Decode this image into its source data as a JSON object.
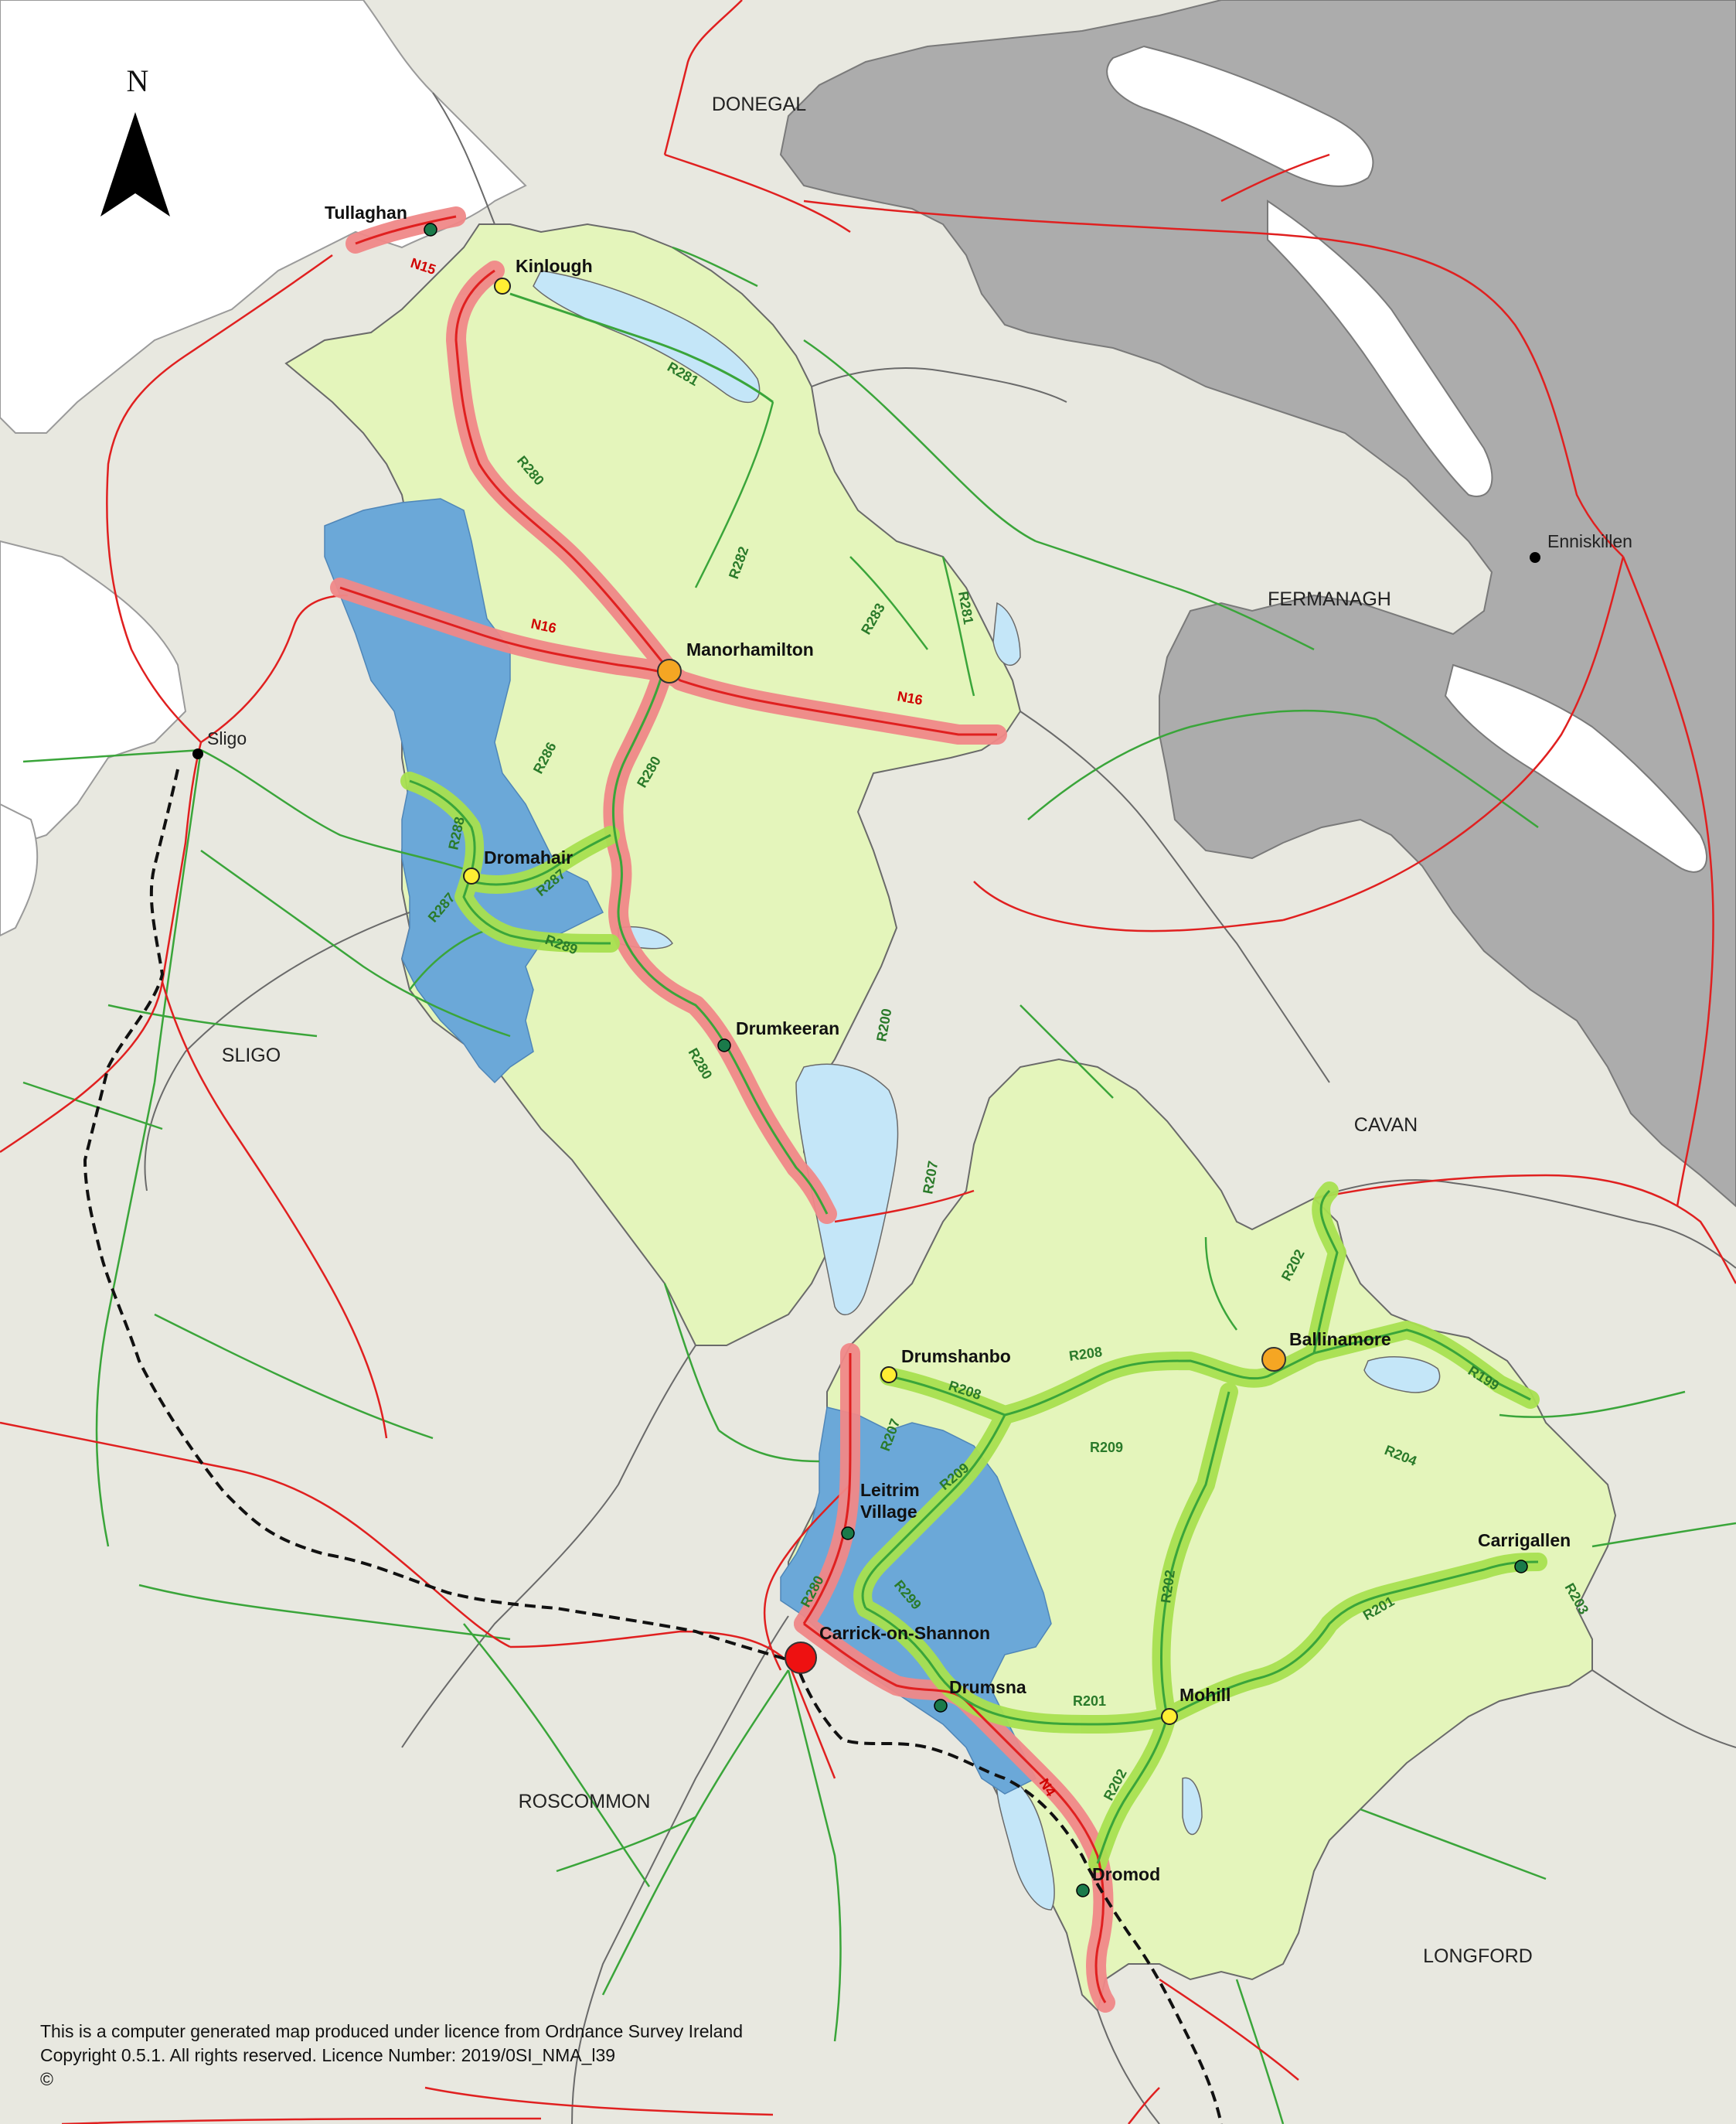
{
  "compass": {
    "letter": "N"
  },
  "colors": {
    "background_land": "#e8e8e0",
    "leitrim_fill": "#e4f5bb",
    "northern_ireland_fill": "#acacac",
    "water_fill": "#c4e6f8",
    "sea_fill": "#ffffff",
    "flood_zone_fill": "#6ba8d8",
    "national_road": "#e02020",
    "regional_road": "#3aa53a",
    "national_buffer": "#f08888",
    "regional_buffer": "#a8e050",
    "railway": "#111111"
  },
  "counties": [
    {
      "id": "donegal",
      "label": "DONEGAL"
    },
    {
      "id": "fermanagh",
      "label": "FERMANAGH"
    },
    {
      "id": "sligo",
      "label": "SLIGO"
    },
    {
      "id": "cavan",
      "label": "CAVAN"
    },
    {
      "id": "roscommon",
      "label": "ROSCOMMON"
    },
    {
      "id": "longford",
      "label": "LONGFORD"
    }
  ],
  "towns": [
    {
      "id": "tullaghan",
      "label": "Tullaghan",
      "marker": "green"
    },
    {
      "id": "kinlough",
      "label": "Kinlough",
      "marker": "yellow"
    },
    {
      "id": "manorhamilton",
      "label": "Manorhamilton",
      "marker": "orange"
    },
    {
      "id": "dromahair",
      "label": "Dromahair",
      "marker": "yellow"
    },
    {
      "id": "drumkeeran",
      "label": "Drumkeeran",
      "marker": "green"
    },
    {
      "id": "drumshanbo",
      "label": "Drumshanbo",
      "marker": "yellow"
    },
    {
      "id": "ballinamore",
      "label": "Ballinamore",
      "marker": "orange"
    },
    {
      "id": "leitrim-village",
      "label": "Leitrim\nVillage",
      "marker": "green"
    },
    {
      "id": "carrigallen",
      "label": "Carrigallen",
      "marker": "green"
    },
    {
      "id": "carrick-on-shannon",
      "label": "Carrick-on-Shannon",
      "marker": "red"
    },
    {
      "id": "drumsna",
      "label": "Drumsna",
      "marker": "green"
    },
    {
      "id": "mohill",
      "label": "Mohill",
      "marker": "yellow"
    },
    {
      "id": "dromod",
      "label": "Dromod",
      "marker": "green"
    },
    {
      "id": "sligo-town",
      "label": "Sligo",
      "marker": "black"
    },
    {
      "id": "enniskillen",
      "label": "Enniskillen",
      "marker": "black"
    }
  ],
  "road_labels": [
    {
      "id": "n15",
      "label": "N15",
      "class": "national"
    },
    {
      "id": "n16-west",
      "label": "N16",
      "class": "national"
    },
    {
      "id": "n16-east",
      "label": "N16",
      "class": "national"
    },
    {
      "id": "n4",
      "label": "N4",
      "class": "national"
    },
    {
      "id": "r280-north",
      "label": "R280",
      "class": "regional"
    },
    {
      "id": "r280-mid",
      "label": "R280",
      "class": "regional"
    },
    {
      "id": "r280-south",
      "label": "R280",
      "class": "regional"
    },
    {
      "id": "r280-carrick",
      "label": "R280",
      "class": "regional"
    },
    {
      "id": "r281-north",
      "label": "R281",
      "class": "regional"
    },
    {
      "id": "r281-east",
      "label": "R281",
      "class": "regional"
    },
    {
      "id": "r282",
      "label": "R282",
      "class": "regional"
    },
    {
      "id": "r283",
      "label": "R283",
      "class": "regional"
    },
    {
      "id": "r286",
      "label": "R286",
      "class": "regional"
    },
    {
      "id": "r288",
      "label": "R288",
      "class": "regional"
    },
    {
      "id": "r287-west",
      "label": "R287",
      "class": "regional"
    },
    {
      "id": "r287-east",
      "label": "R287",
      "class": "regional"
    },
    {
      "id": "r289",
      "label": "R289",
      "class": "regional"
    },
    {
      "id": "r200",
      "label": "R200",
      "class": "regional"
    },
    {
      "id": "r207-north",
      "label": "R207",
      "class": "regional"
    },
    {
      "id": "r207-south",
      "label": "R207",
      "class": "regional"
    },
    {
      "id": "r208-west",
      "label": "R208",
      "class": "regional"
    },
    {
      "id": "r208-east",
      "label": "R208",
      "class": "regional"
    },
    {
      "id": "r209-west",
      "label": "R209",
      "class": "regional"
    },
    {
      "id": "r209-east",
      "label": "R209",
      "class": "regional"
    },
    {
      "id": "r202-north",
      "label": "R202",
      "class": "regional"
    },
    {
      "id": "r202-mid",
      "label": "R202",
      "class": "regional"
    },
    {
      "id": "r202-south",
      "label": "R202",
      "class": "regional"
    },
    {
      "id": "r199",
      "label": "R199",
      "class": "regional"
    },
    {
      "id": "r204",
      "label": "R204",
      "class": "regional"
    },
    {
      "id": "r203",
      "label": "R203",
      "class": "regional"
    },
    {
      "id": "r201-east",
      "label": "R201",
      "class": "regional"
    },
    {
      "id": "r201-west",
      "label": "R201",
      "class": "regional"
    },
    {
      "id": "r299",
      "label": "R299",
      "class": "regional"
    }
  ],
  "credits": {
    "line1": "This is a computer generated map produced under licence from Ordnance Survey Ireland",
    "line2": "Copyright 0.5.1. All rights reserved. Licence Number: 2019/0SI_NMA_l39",
    "line3": "©"
  }
}
